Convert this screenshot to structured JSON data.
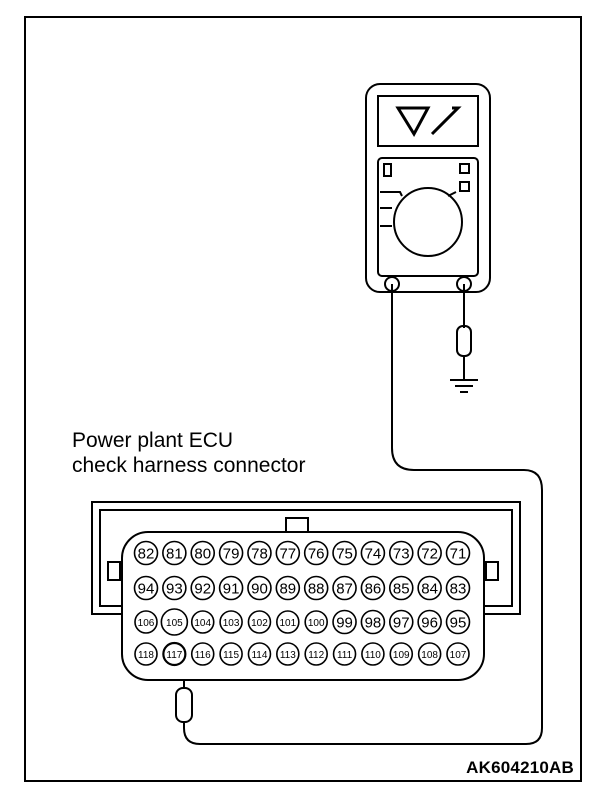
{
  "caption": {
    "line1": "Power plant ECU",
    "line2": "check harness connector"
  },
  "figure_code": "AK604210AB",
  "meter": {
    "display_symbol": "V"
  },
  "connector": {
    "rows": [
      [
        "82",
        "81",
        "80",
        "79",
        "78",
        "77",
        "76",
        "75",
        "74",
        "73",
        "72",
        "71"
      ],
      [
        "94",
        "93",
        "92",
        "91",
        "90",
        "89",
        "88",
        "87",
        "86",
        "85",
        "84",
        "83"
      ],
      [
        "106",
        "105",
        "104",
        "103",
        "102",
        "101",
        "100",
        "99",
        "98",
        "97",
        "96",
        "95"
      ],
      [
        "118",
        "117",
        "116",
        "115",
        "114",
        "113",
        "112",
        "111",
        "110",
        "109",
        "108",
        "107"
      ]
    ],
    "probed_pin": "117"
  },
  "colors": {
    "line": "#000000",
    "background": "#ffffff"
  }
}
